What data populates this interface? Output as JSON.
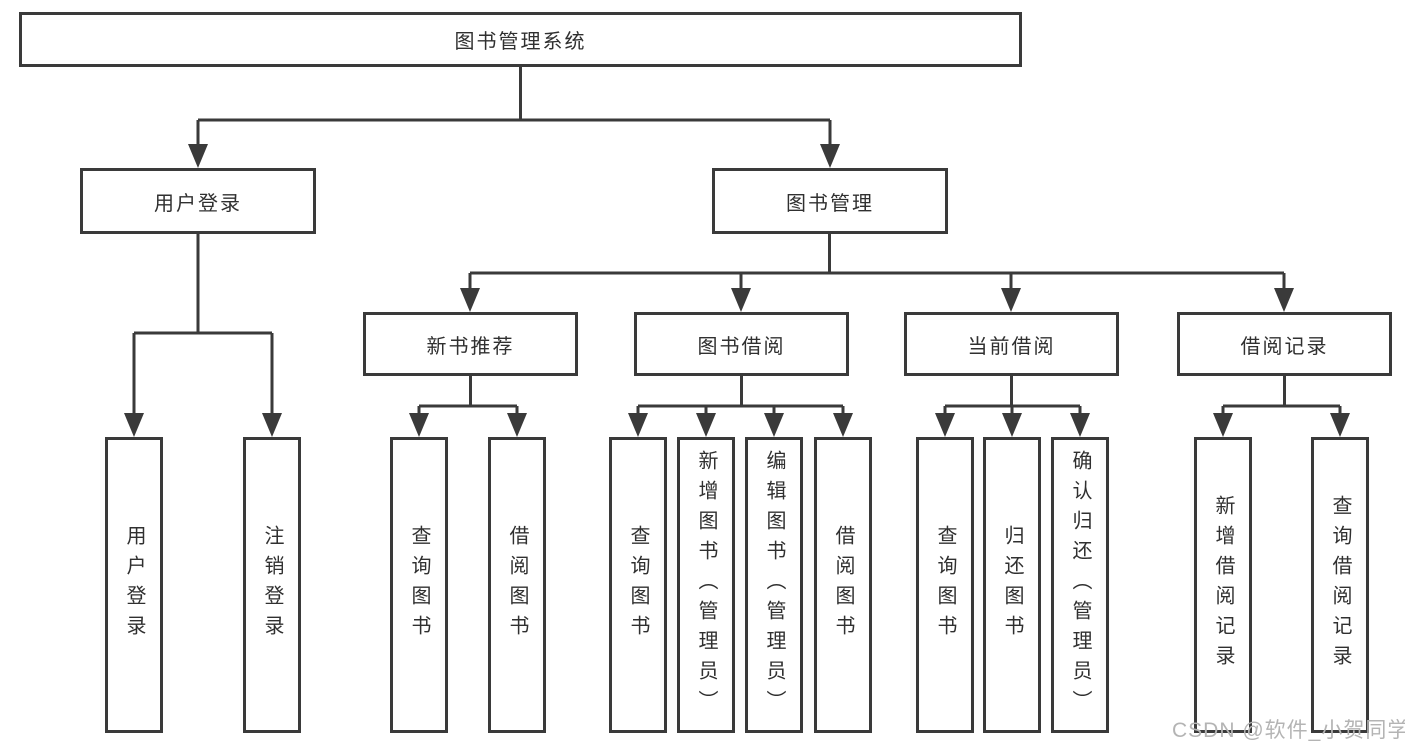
{
  "diagram": {
    "root_label": "图书管理系统",
    "branches": {
      "user_login": {
        "label": "用户登录",
        "children": [
          "用户登录",
          "注销登录"
        ]
      },
      "book_management": {
        "label": "图书管理",
        "groups": [
          {
            "label": "新书推荐",
            "children": [
              "查询图书",
              "借阅图书"
            ]
          },
          {
            "label": "图书借阅",
            "children": [
              "查询图书",
              "新增图书（管理员）",
              "编辑图书（管理员）",
              "借阅图书"
            ]
          },
          {
            "label": "当前借阅",
            "children": [
              "查询图书",
              "归还图书",
              "确认归还（管理员）"
            ]
          },
          {
            "label": "借阅记录",
            "children": [
              "新增借阅记录",
              "查询借阅记录"
            ]
          }
        ]
      }
    },
    "watermark": "CSDN @软件_小贺同学",
    "colors": {
      "line": "#3a3a3a",
      "text": "#303030",
      "watermark": "#b4b4b4",
      "background": "#ffffff"
    }
  }
}
